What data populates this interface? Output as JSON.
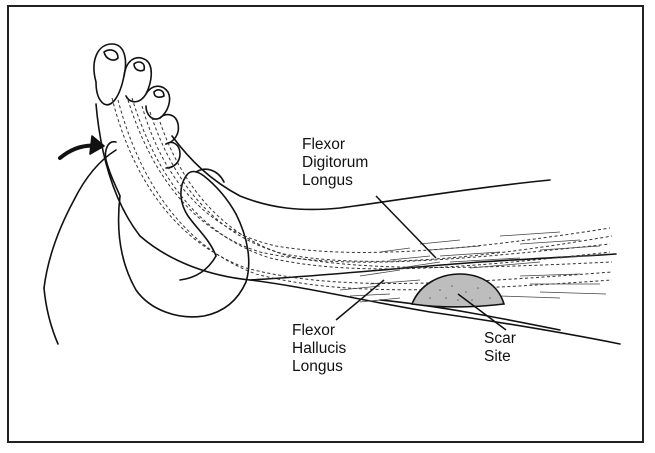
{
  "labels": {
    "flexor_digitorum_longus": "Flexor\nDigitorum\nLongus",
    "flexor_hallucis_longus": "Flexor\nHallucis\nLongus",
    "scar_site": "Scar\nSite"
  },
  "colors": {
    "line": "#111111",
    "tendon": "#333333",
    "scar_fill": "#bdbdbd",
    "background": "#ffffff"
  }
}
